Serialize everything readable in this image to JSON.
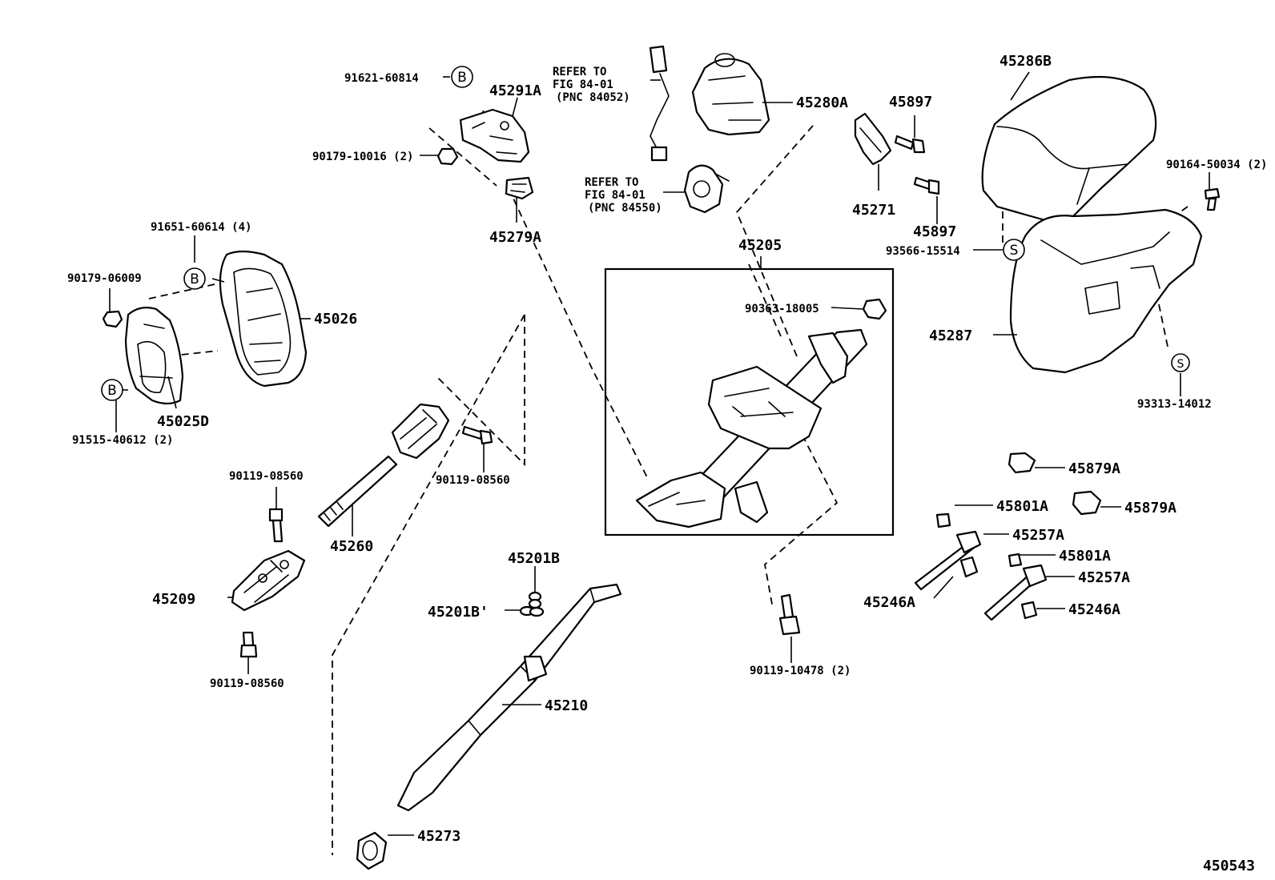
{
  "diagram_code": "450543",
  "refer": {
    "a": {
      "line1": "REFER TO",
      "line2": "FIG 84-01",
      "line3": "(PNC 84052)"
    },
    "b": {
      "line1": "REFER TO",
      "line2": "FIG 84-01",
      "line3": "(PNC 84550)"
    }
  },
  "symbols": {
    "b": "B",
    "s": "S"
  },
  "labels": {
    "p91621_60814": "91621-60814",
    "p45291A": "45291A",
    "p90179_10016": "90179-10016 (2)",
    "p45279A": "45279A",
    "p91651_60614": "91651-60614 (4)",
    "p90179_06009": "90179-06009",
    "p45026": "45026",
    "p45025D": "45025D",
    "p91515_40612": "91515-40612 (2)",
    "p90119_08560_a": "90119-08560",
    "p90119_08560_b": "90119-08560",
    "p90119_08560_c": "90119-08560",
    "p45260": "45260",
    "p45209": "45209",
    "p45201B_a": "45201B",
    "p45201B_b": "45201B'",
    "p45210": "45210",
    "p45273": "45273",
    "p45280A": "45280A",
    "p45897_a": "45897",
    "p45897_b": "45897",
    "p45271": "45271",
    "p45205": "45205",
    "p90363_18005": "90363-18005",
    "p90119_10478": "90119-10478 (2)",
    "p45286B": "45286B",
    "p90164_50034": "90164-50034 (2)",
    "p93566_15514": "93566-15514",
    "p45287": "45287",
    "p93313_14012": "93313-14012",
    "p45879A_a": "45879A",
    "p45879A_b": "45879A",
    "p45801A_a": "45801A",
    "p45801A_b": "45801A",
    "p45257A_a": "45257A",
    "p45257A_b": "45257A",
    "p45246A_a": "45246A",
    "p45246A_b": "45246A"
  }
}
